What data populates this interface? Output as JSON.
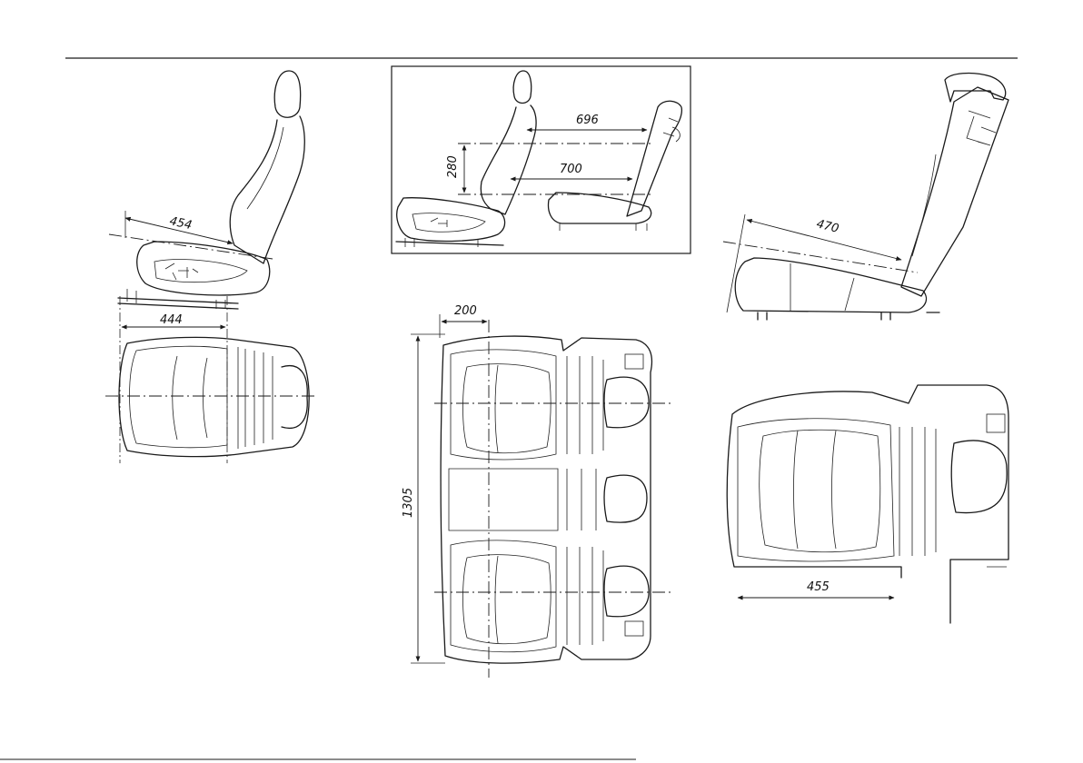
{
  "dimensions": {
    "front_cushion_depth": "454",
    "front_cushion_width": "444",
    "rear_backrest_to_pedal_top": "696",
    "rear_backrest_to_pedal_bottom": "700",
    "rear_height_offset": "280",
    "rear_seat_offset": "200",
    "rear_seat_width": "1305",
    "rear_cushion_depth": "470",
    "rear_cushion_width": "455"
  },
  "colors": {
    "line": "#1a1a1a",
    "background": "#ffffff"
  }
}
